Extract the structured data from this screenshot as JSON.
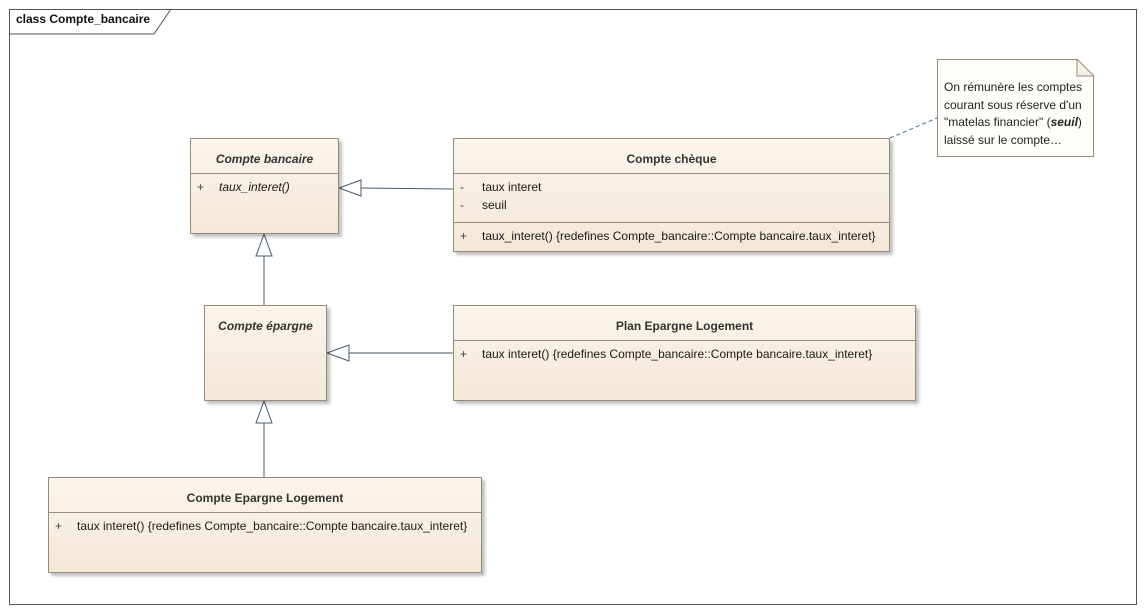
{
  "frame": {
    "label": "class Compte_bancaire"
  },
  "classes": {
    "compte_bancaire": {
      "name": "Compte bancaire",
      "operations": [
        {
          "visibility": "+",
          "text": "taux_interet()"
        }
      ]
    },
    "compte_cheque": {
      "name": "Compte chèque",
      "attributes": [
        {
          "visibility": "-",
          "text": "taux interet"
        },
        {
          "visibility": "-",
          "text": "seuil"
        }
      ],
      "operations": [
        {
          "visibility": "+",
          "text": "taux_interet() {redefines Compte_bancaire::Compte bancaire.taux_interet}"
        }
      ]
    },
    "compte_epargne": {
      "name": "Compte épargne"
    },
    "plan_epargne_logement": {
      "name": "Plan Epargne Logement",
      "operations": [
        {
          "visibility": "+",
          "text": "taux interet() {redefines Compte_bancaire::Compte bancaire.taux_interet}"
        }
      ]
    },
    "compte_epargne_logement": {
      "name": "Compte Epargne Logement",
      "operations": [
        {
          "visibility": "+",
          "text": "taux interet() {redefines Compte_bancaire::Compte bancaire.taux_interet}"
        }
      ]
    }
  },
  "note": {
    "line1": "On rémunère les comptes",
    "line2": "courant sous réserve d'un",
    "line3_pre": "\"matelas financier\" (",
    "line3_bold": "seuil",
    "line3_post": ")",
    "line4": "laissé sur le compte…"
  },
  "colors": {
    "class_fill": "#f3e7d8",
    "class_border": "#9a8a78",
    "line": "#4a5a6e"
  }
}
